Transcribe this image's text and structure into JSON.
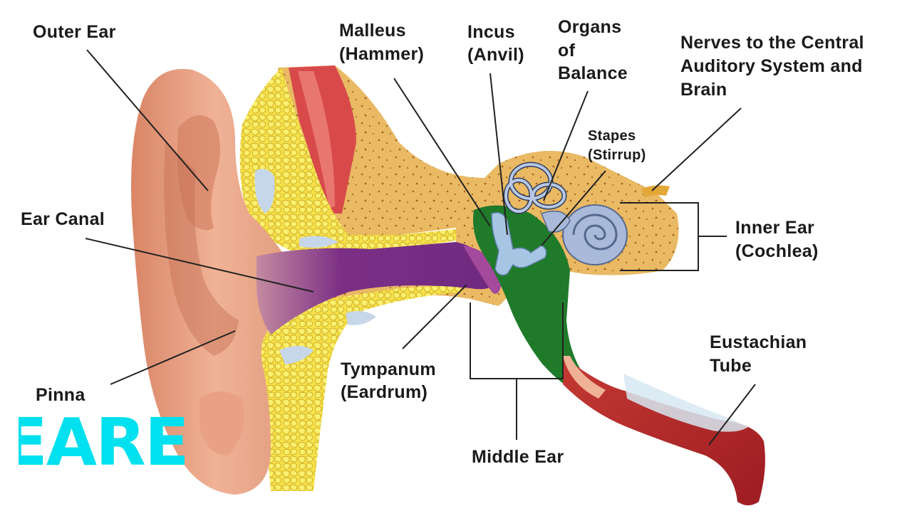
{
  "labels": {
    "outer_ear": "Outer Ear",
    "malleus": [
      "Malleus",
      "(Hammer)"
    ],
    "incus": [
      "Incus",
      "(Anvil)"
    ],
    "organs_of_balance": [
      "Organs",
      "of",
      "Balance"
    ],
    "nerves": [
      "Nerves to the Central",
      "Auditory System and",
      "Brain"
    ],
    "stapes": [
      "Stapes",
      "(Stirrup)"
    ],
    "ear_canal": "Ear Canal",
    "inner_ear": [
      "Inner Ear",
      "(Cochlea)"
    ],
    "eustachian_tube": [
      "Eustachian",
      "Tube"
    ],
    "tympanum": [
      "Tympanum",
      "(Eardrum)"
    ],
    "pinna": "Pinna",
    "middle_ear": "Middle Ear"
  },
  "overlay_text": "EARE",
  "colors": {
    "background": "#ffffff",
    "skin": "#e9a184",
    "fat": "#f3df3c",
    "bone": "#e8b862",
    "canal": "#7d3a86",
    "middle_ear_cavity": "#1f7a2a",
    "cochlea": "#a9b9d9",
    "tube": "#b8262b",
    "muscle": "#d94a4a",
    "overlay": "#00e0ee"
  }
}
